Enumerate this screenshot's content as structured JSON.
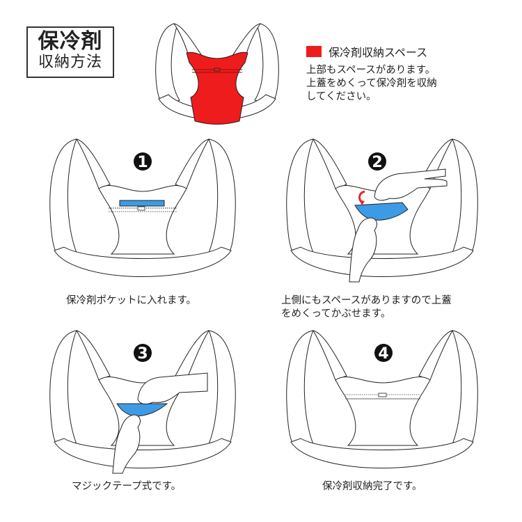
{
  "header": {
    "title_main": "保冷剤",
    "title_sub": "収納方法"
  },
  "legend": {
    "swatch_color": "#ee1c1c",
    "label": "保冷剤収納スペース",
    "note_lines": [
      "上部もスペースがあります。",
      "上蓋をめくって保冷剤を収納",
      "してください。"
    ]
  },
  "colors": {
    "storage_space": "#ee1c1c",
    "ice_pack": "#3d9be6",
    "arrow": "#e8262a",
    "outline": "#222222"
  },
  "steps": [
    {
      "number": "1",
      "caption_lines": [
        "保冷剤ポケットに入れます。"
      ]
    },
    {
      "number": "2",
      "caption_lines": [
        "上側にもスペースがありますので上蓋",
        "をめくってかぶせます。"
      ]
    },
    {
      "number": "3",
      "caption_lines": [
        "マジックテープ式です。"
      ]
    },
    {
      "number": "4",
      "caption_lines": [
        "保冷剤収納完了です。"
      ]
    }
  ]
}
